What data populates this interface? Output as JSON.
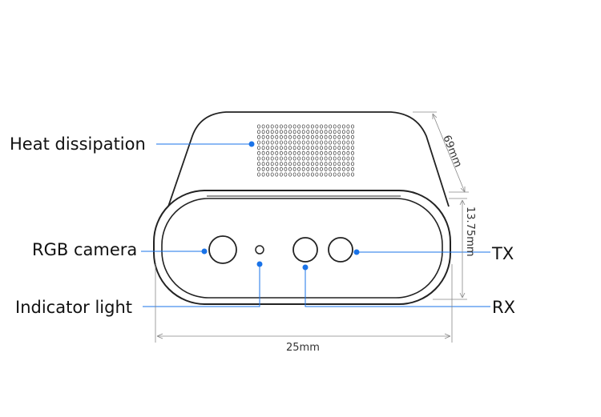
{
  "labels": {
    "heat_dissipation": "Heat dissipation",
    "rgb_camera": "RGB camera",
    "indicator_light": "Indicator light",
    "tx": "TX",
    "rx": "RX"
  },
  "dimensions": {
    "depth": "69mm",
    "height": "13.75mm",
    "width": "25mm"
  },
  "colors": {
    "callout_dot": "#1a73e8",
    "callout_line": "#1a73e8",
    "outline": "#222222",
    "dimension_line": "#888888"
  }
}
